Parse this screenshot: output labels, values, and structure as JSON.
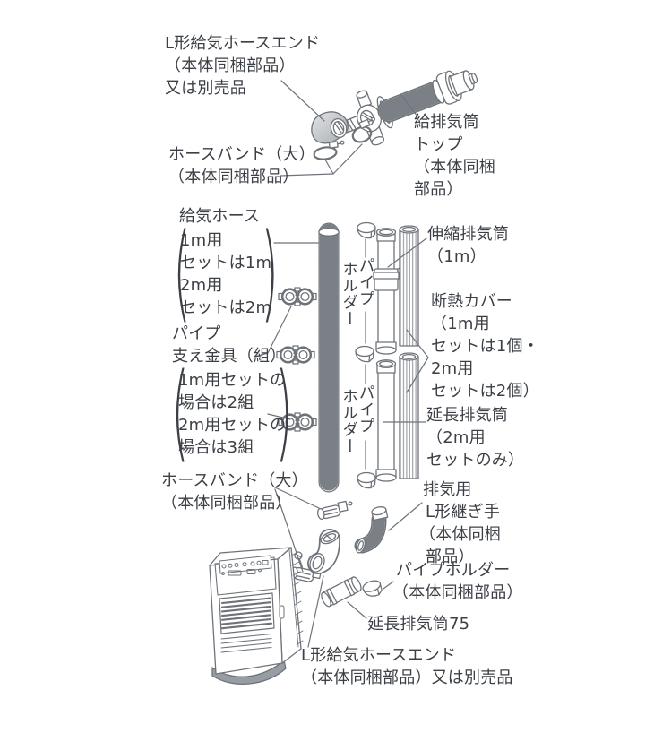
{
  "ui": {
    "paren_open": "(",
    "paren_close": ")"
  },
  "labels": {
    "l_hose_end_top": {
      "lines": [
        "L形給気ホースエンド",
        "（本体同梱部品）",
        "又は別売品"
      ]
    },
    "hose_band_top": {
      "lines": [
        "ホースバンド（大）",
        "（本体同梱部品）"
      ]
    },
    "flue_top": {
      "lines": [
        "給排気筒",
        "トップ",
        "（本体同梱",
        "部品）"
      ]
    },
    "intake_hose": {
      "title": "給気ホース",
      "paren_lines": [
        "1m用",
        "セットは1m",
        "2m用",
        "セットは2m"
      ]
    },
    "pipe_holder_vertical": {
      "cols": [
        "パイプ",
        "ホルダー"
      ]
    },
    "telescopic_pipe": {
      "lines": [
        "伸縮排気筒",
        "（1m）"
      ]
    },
    "insulation_cover": {
      "lines": [
        "断熱カバー",
        "（1m用",
        "セットは1個・",
        "2m用",
        "セットは2個）"
      ]
    },
    "pipe_support": {
      "title_lines": [
        "パイプ",
        "支え金具（組）"
      ],
      "paren_lines": [
        "1m用セットの",
        "場合は2組",
        "2m用セットの",
        "場合は3組"
      ]
    },
    "extension_pipe": {
      "lines": [
        "延長排気筒",
        "（2m用",
        "セットのみ）"
      ]
    },
    "hose_band_bottom": {
      "lines": [
        "ホースバンド（大）",
        "（本体同梱部品）"
      ]
    },
    "exhaust_l_joint": {
      "lines": [
        "排気用",
        "L形継ぎ手",
        "（本体同梱",
        "部品）"
      ]
    },
    "pipe_holder_part": {
      "lines": [
        "パイプホルダー",
        "（本体同梱部品）"
      ]
    },
    "extension_pipe_75": {
      "text": "延長排気筒75"
    },
    "l_hose_end_bottom": {
      "lines": [
        "L形給気ホースエンド",
        "（本体同梱部品）又は別売品"
      ]
    }
  },
  "colors": {
    "line": "#6e737a",
    "text": "#3c4046",
    "shade": "#c7cacd"
  }
}
